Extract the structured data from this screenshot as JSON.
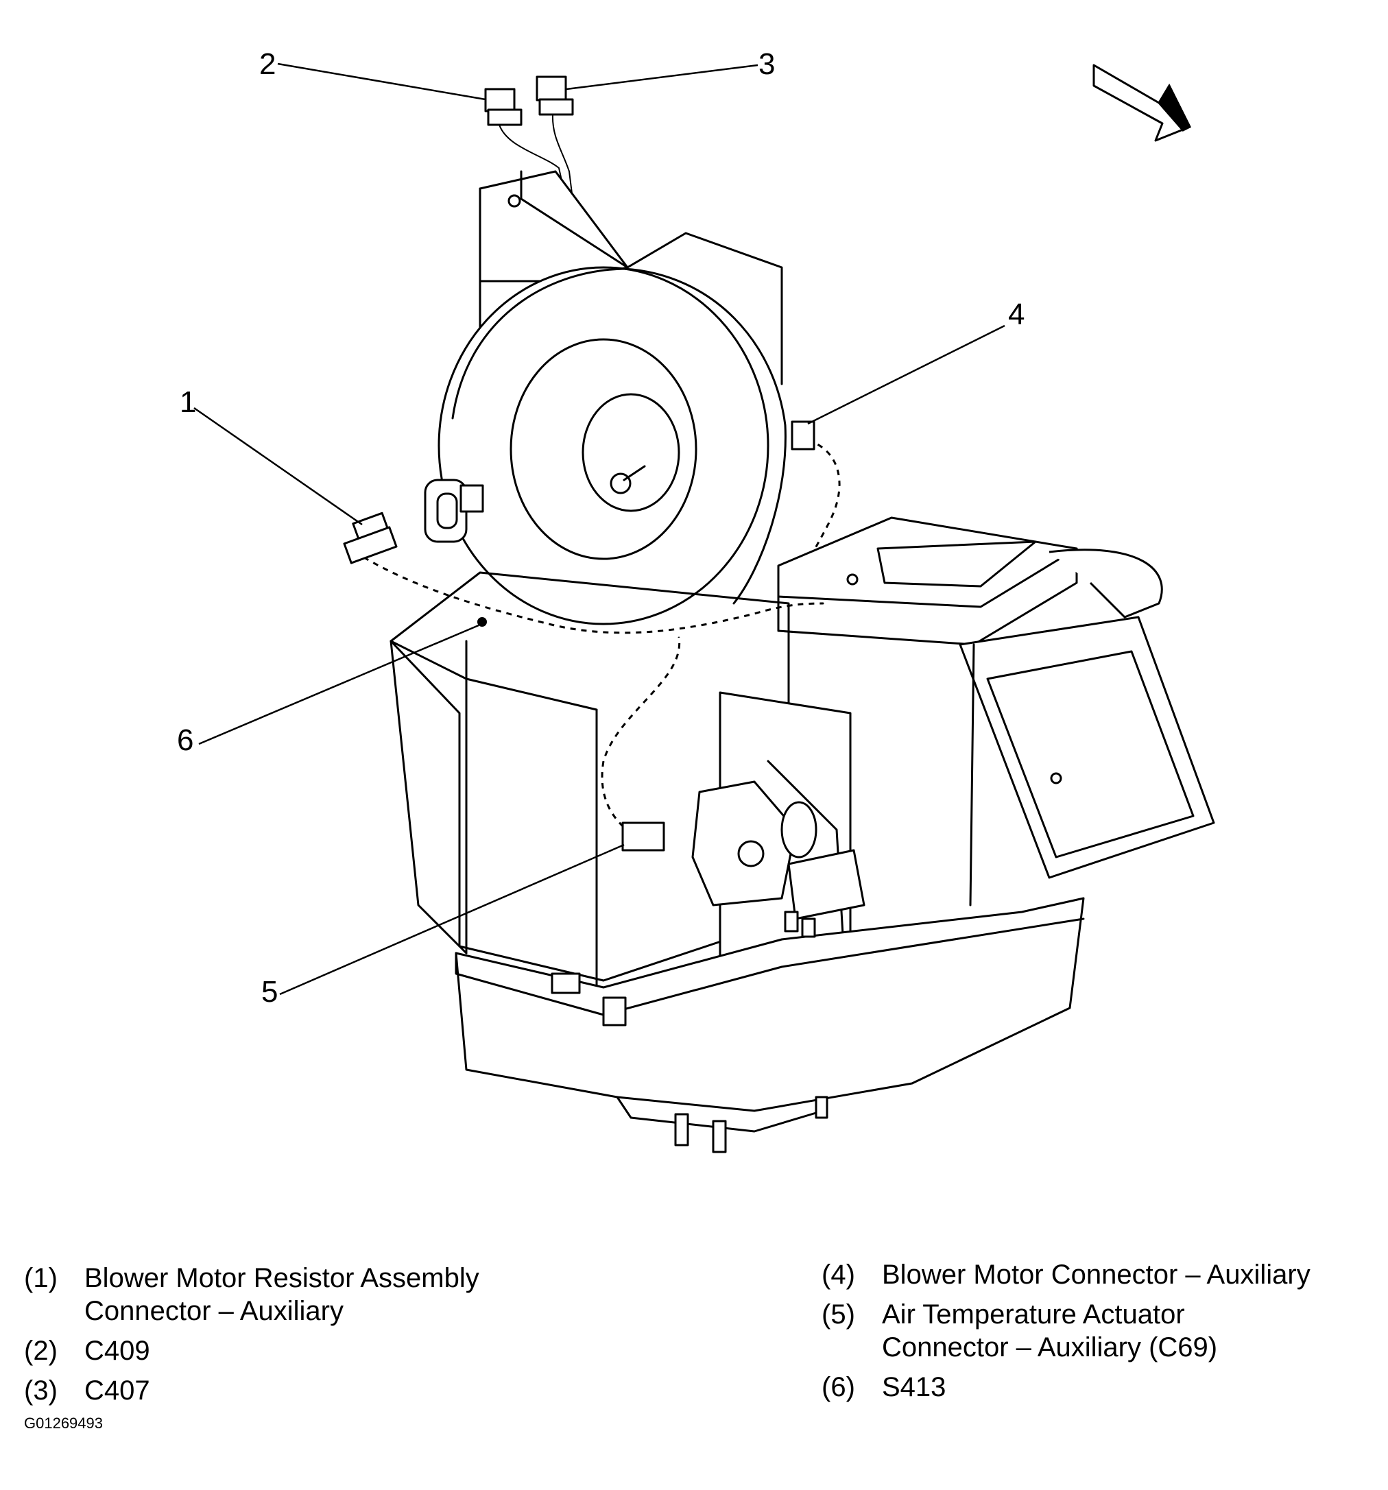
{
  "callouts": [
    {
      "id": "1"
    },
    {
      "id": "2"
    },
    {
      "id": "3"
    },
    {
      "id": "4"
    },
    {
      "id": "5"
    },
    {
      "id": "6"
    }
  ],
  "legend": {
    "left": [
      {
        "code": "(1)",
        "lines": [
          "Blower Motor Resistor Assembly",
          "Connector – Auxiliary"
        ]
      },
      {
        "code": "(2)",
        "lines": [
          "C409"
        ]
      },
      {
        "code": "(3)",
        "lines": [
          "C407"
        ]
      }
    ],
    "right": [
      {
        "code": "(4)",
        "lines": [
          "Blower Motor Connector – Auxiliary"
        ]
      },
      {
        "code": "(5)",
        "lines": [
          "Air Temperature Actuator",
          "Connector – Auxiliary (C69)"
        ]
      },
      {
        "code": "(6)",
        "lines": [
          "S413"
        ]
      }
    ]
  },
  "figure_id": "G01269493",
  "icons": [
    "direction-arrow-icon"
  ]
}
